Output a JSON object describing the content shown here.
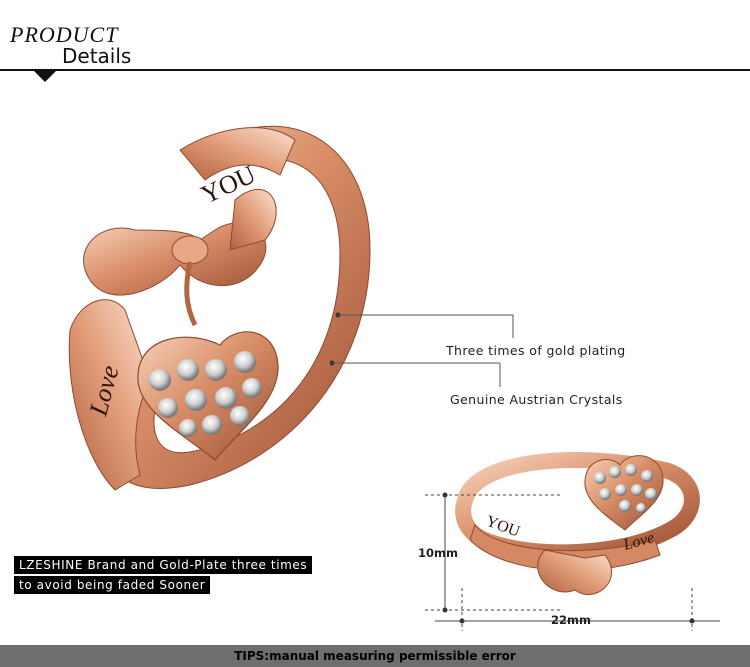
{
  "header": {
    "title_top": "PRODUCT",
    "title_bottom": "Details"
  },
  "annotations": {
    "plating": "Three times of gold plating",
    "crystals": "Genuine Austrian Crystals"
  },
  "ring_engraving": {
    "word1": "YOU",
    "word2": "Love"
  },
  "brand_note": {
    "line1": "LZESHINE Brand and Gold-Plate three times",
    "line2": "to avoid being faded Sooner"
  },
  "dimensions": {
    "height": "10mm",
    "width": "22mm"
  },
  "tips": "TIPS:manual measuring permissible error",
  "colors": {
    "gold": "#d9906a",
    "gold_dark": "#a8583a",
    "gold_light": "#f6cdb2",
    "tips_bar": "#6e6e6e"
  }
}
